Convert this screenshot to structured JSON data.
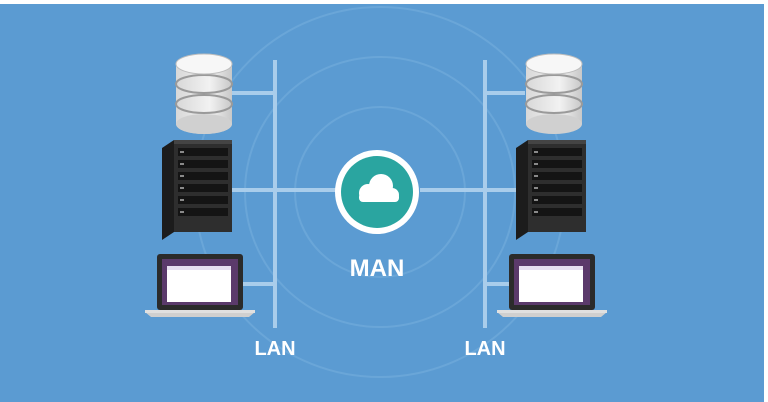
{
  "diagram": {
    "center_label": "MAN",
    "left_network_label": "LAN",
    "right_network_label": "LAN",
    "center_icon": "cloud-icon",
    "left_devices": [
      "database-icon",
      "server-rack-icon",
      "laptop-icon"
    ],
    "right_devices": [
      "database-icon",
      "server-rack-icon",
      "laptop-icon"
    ],
    "colors": {
      "background": "#5b9bd2",
      "link": "#a9cdeb",
      "cloud_badge": "#2aa5a0",
      "server": "#2c2c2c",
      "laptop_screen": "#5b3a6b"
    }
  }
}
